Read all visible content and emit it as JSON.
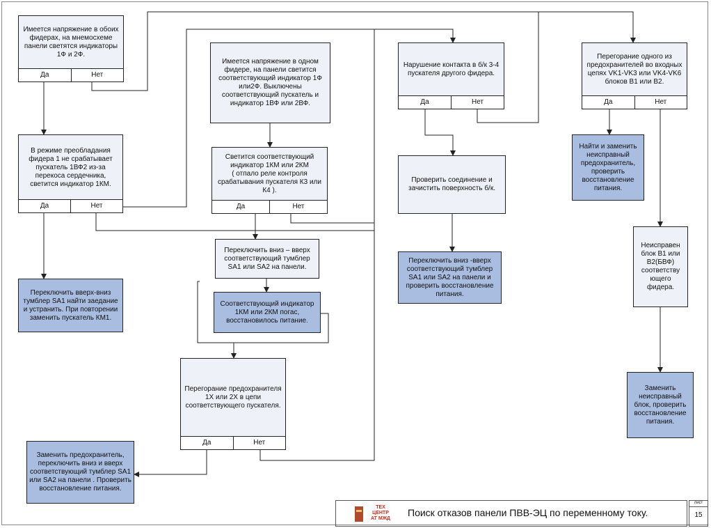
{
  "boxes": {
    "b1": {
      "text": "Имеется напряжение в обоих фидерах, на мнемосхеме панели светятся индикаторы 1Ф и 2Ф.",
      "yes": "Да",
      "no": "Нет"
    },
    "b2": {
      "text": "В режиме преобладания фидера 1 не срабатывает пускатель 1ВФ2 из-за перекоса сердечника, светится индикатор 1КМ.",
      "yes": "Да",
      "no": "Нет"
    },
    "b3": {
      "text": "Переключить вверх-вниз тумблер SA1 найти заедание и устранить. При повторении заменить пускатель КМ1."
    },
    "b4": {
      "text": "Имеется напряжение в одном фидере, на панели светится соответствующий индикатор 1Ф или2Ф. Выключены соответствующий пускатель и индикатор 1ВФ или 2ВФ."
    },
    "b5": {
      "text": "Светится соответствующий индикатор 1КМ или 2КМ\n( отпало реле контроля срабатывания пускателя К3 или К4 ).",
      "yes": "Да",
      "no": "Нет"
    },
    "b6": {
      "text": "Переключить вниз – вверх соответствующий тумблер SA1 или SA2 на панели."
    },
    "b7": {
      "text": "Соответствующий индикатор 1КМ или 2КМ погас, восстановилось питание."
    },
    "b8": {
      "text": "Перегорание предохранителя 1Х или 2Х в цепи соответствующего пускателя.",
      "yes": "Да",
      "no": "Нет"
    },
    "b9": {
      "text": "Заменить предохранитель, переключить вниз и вверх соответствующий тумблер SA1 или SA2 на панели . Проверить восстановление питания."
    },
    "b10": {
      "text": "Нарушение контакта в б/к 3-4 пускателя другого фидера.",
      "yes": "Да",
      "no": "Нет"
    },
    "b11": {
      "text": "Проверить соединение и зачистить поверхность б/к."
    },
    "b12": {
      "text": "Переключить вниз -вверх соответствующий тумблер SA1 или SA2 на панели и проверить восстановление питания."
    },
    "b13": {
      "text": "Перегорание одного из предохранителей во входных цепях VK1-VK3 или VK4-VK6 блоков В1 или В2.",
      "yes": "Да",
      "no": "Нет"
    },
    "b14": {
      "text": "Найти и заменить неисправный предохранитель, проверить восстановление питания."
    },
    "b15": {
      "text": "Неисправен блок В1 или В2(БВФ) соответству ющего фидера."
    },
    "b16": {
      "text": "Заменить неисправный блок, проверить восстановление питания."
    }
  },
  "footer": {
    "logo_text": "ТЕХ\nЦЕНТР\nАТ МЖД",
    "title": "Поиск отказов панели ПВВ-ЭЦ по переменному току.",
    "sheet_label": "лист",
    "sheet_number": "15"
  },
  "colors": {
    "question_fill": "#eef1f7",
    "action_fill": "#a9bde0",
    "line": "#222222"
  }
}
